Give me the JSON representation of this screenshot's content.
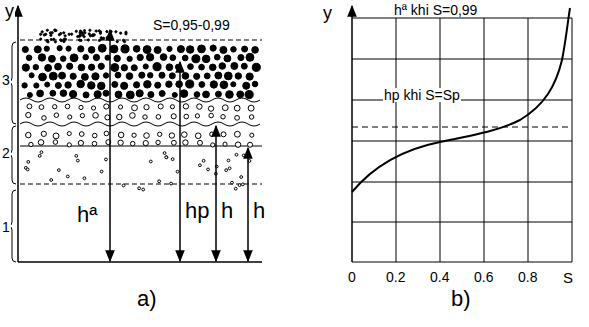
{
  "diagram": {
    "labels": [
      "y",
      "3",
      "2",
      "1",
      "S=0,95-0,99",
      "hª",
      "hp",
      "h",
      "h",
      "a)",
      "y",
      "hª khi S=0,99",
      "hp khi S=Sp",
      "0",
      "0.2",
      "0.4",
      "0.6",
      "0.8",
      "S",
      "b)"
    ]
  }
}
